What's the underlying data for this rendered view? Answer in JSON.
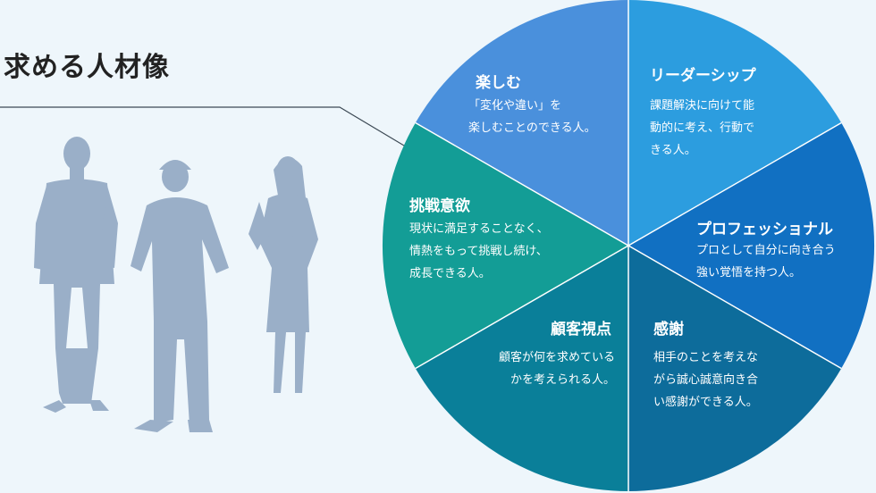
{
  "page_title": "求める人材像",
  "segments": [
    {
      "id": "enjoy",
      "title": "楽しむ",
      "lines": [
        "「変化や違い」を",
        "楽しむことのできる人。"
      ],
      "color": "#4a90dc"
    },
    {
      "id": "leadership",
      "title": "リーダーシップ",
      "lines": [
        "課題解決に向けて能",
        "動的に考え、行動で",
        "きる人。"
      ],
      "color": "#2c9ddf"
    },
    {
      "id": "professional",
      "title": "プロフェッショナル",
      "lines": [
        "プロとして自分に向き合う",
        "強い覚悟を持つ人。"
      ],
      "color": "#1170c2"
    },
    {
      "id": "gratitude",
      "title": "感謝",
      "lines": [
        "相手のことを考えな",
        "がら誠心誠意向き合",
        "い感謝ができる人。"
      ],
      "color": "#0d6c9b"
    },
    {
      "id": "customer",
      "title": "顧客視点",
      "lines": [
        "顧客が何を求めている",
        "かを考えられる人。"
      ],
      "color": "#0a7f99"
    },
    {
      "id": "challenge",
      "title": "挑戦意欲",
      "lines": [
        "現状に満足することなく、",
        "情熱をもって挑戦し続け、",
        "成長できる人。"
      ],
      "color": "#139d96"
    }
  ],
  "colors": {
    "background": "#eef6fb",
    "silhouette": "#9aafc8",
    "line": "#3d4a55",
    "title_text": "#222222"
  }
}
